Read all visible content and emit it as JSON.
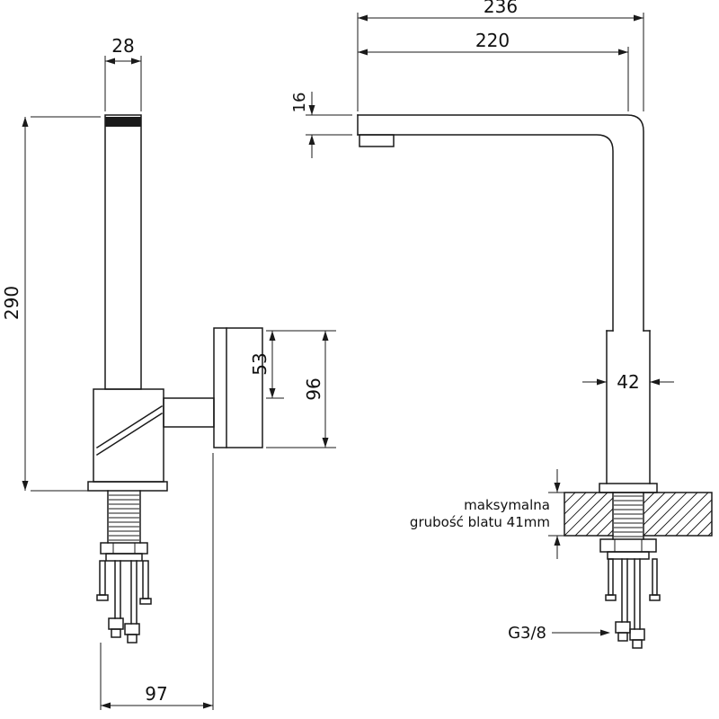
{
  "left_view": {
    "spout_width": "28",
    "total_height": "290",
    "handle_upper_height": "53",
    "handle_total_height": "96",
    "base_depth": "97"
  },
  "right_view": {
    "total_reach": "236",
    "spout_reach": "220",
    "spout_thickness": "16",
    "body_width": "42",
    "note_line1": "maksymalna",
    "note_line2": "grubość blatu 41mm",
    "thread_label": "G3/8"
  },
  "colors": {
    "line": "#1a1a1a",
    "background": "#ffffff"
  }
}
